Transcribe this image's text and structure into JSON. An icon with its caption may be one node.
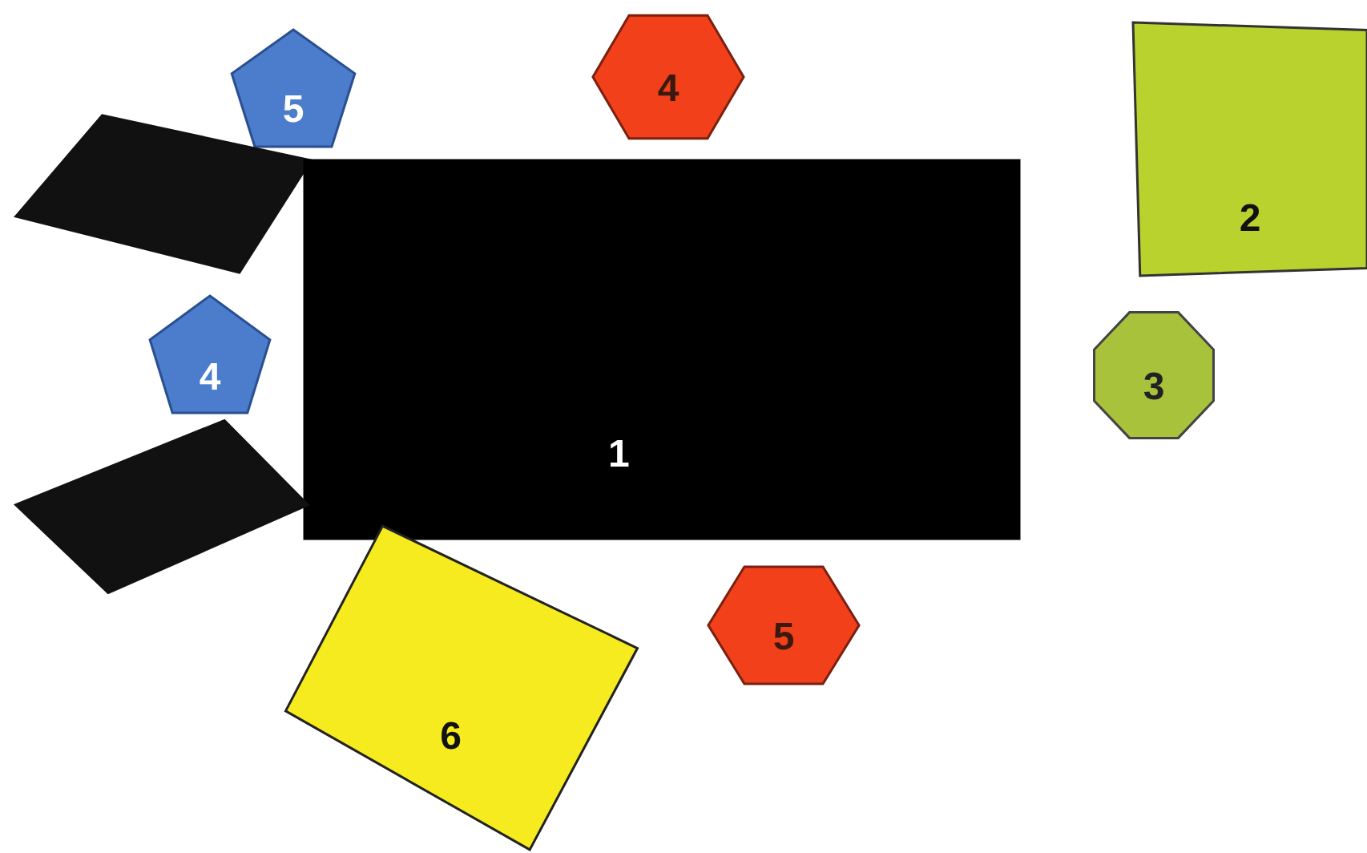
{
  "diagram": {
    "nodes": [
      {
        "text": [
          "5"
        ]
      },
      {
        "text": [
          "4"
        ]
      },
      {
        "text": [
          "2"
        ]
      },
      {
        "text": [],
        "shape": "parallelogram"
      },
      {
        "text": [
          "1"
        ]
      },
      {
        "text": [
          "3"
        ]
      },
      {
        "text": [
          "4"
        ]
      },
      {
        "text": [],
        "shape": "parallelogram"
      },
      {
        "text": [
          "5"
        ]
      },
      {
        "text": [
          "6"
        ]
      }
    ]
  }
}
